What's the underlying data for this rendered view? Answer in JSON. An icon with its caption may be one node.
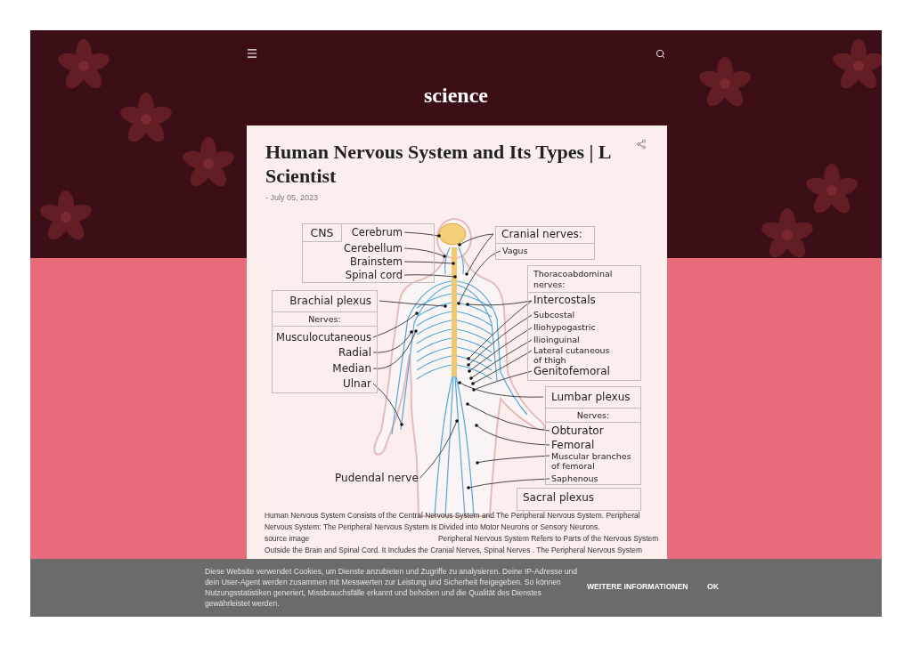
{
  "diagram": {
    "title": "Human Nervous System and Its Types | L Scientist",
    "nodes": [
      {
        "text": [
          "CNS"
        ]
      },
      {
        "text": [
          "Cerebrum"
        ],
        "in": 0
      },
      {
        "text": [
          "Cerebellum"
        ],
        "in": 0
      },
      {
        "text": [
          "Brainstem"
        ],
        "in": 0
      },
      {
        "text": [
          "Spinal cord"
        ],
        "in": 0
      },
      {
        "text": [
          "Brachial plexus",
          "Nerves:"
        ]
      },
      {
        "text": [
          "Musculocutaneous"
        ],
        "in": 5
      },
      {
        "text": [
          "Radial"
        ],
        "in": 5
      },
      {
        "text": [
          "Median"
        ],
        "in": 5
      },
      {
        "text": [
          "Ulnar"
        ],
        "in": 5
      },
      {
        "text": [
          "Cranial nerves:"
        ]
      },
      {
        "text": [
          "Vagus"
        ],
        "in": 10
      },
      {
        "text": [
          "Thoracoabdominal nerves:"
        ]
      },
      {
        "text": [
          "Intercostals"
        ],
        "in": 12
      },
      {
        "text": [
          "Subcostal"
        ],
        "in": 12
      },
      {
        "text": [
          "Iliohypogastric"
        ],
        "in": 12
      },
      {
        "text": [
          "Ilioinguinal"
        ],
        "in": 12
      },
      {
        "text": [
          "Lateral cutaneous of thigh"
        ],
        "in": 12
      },
      {
        "text": [
          "Genitofemoral"
        ],
        "in": 12
      },
      {
        "text": [
          "Lumbar plexus",
          "Nerves:"
        ]
      },
      {
        "text": [
          "Obturator"
        ],
        "in": 19
      },
      {
        "text": [
          "Femoral"
        ],
        "in": 19
      },
      {
        "text": [
          "Muscular branches of femoral"
        ],
        "in": 19
      },
      {
        "text": [
          "Saphenous"
        ],
        "in": 19
      },
      {
        "text": [
          "Pudendal nerve"
        ]
      },
      {
        "text": [
          "Sacral plexus"
        ]
      }
    ],
    "edges": [
      {
        "from": 1,
        "to": null,
        "arrow": "other"
      },
      {
        "from": 2,
        "to": null,
        "arrow": "other"
      },
      {
        "from": 3,
        "to": null,
        "arrow": "other"
      },
      {
        "from": 4,
        "to": null,
        "arrow": "other"
      },
      {
        "from": 5,
        "to": null,
        "arrow": "other"
      },
      {
        "from": 6,
        "to": null,
        "arrow": "other"
      },
      {
        "from": 7,
        "to": null,
        "arrow": "other"
      },
      {
        "from": 8,
        "to": null,
        "arrow": "other"
      },
      {
        "from": 9,
        "to": null,
        "arrow": "other"
      },
      {
        "from": 10,
        "to": null,
        "arrow": "other"
      },
      {
        "from": 10,
        "to": null,
        "arrow": "other"
      },
      {
        "from": 11,
        "to": null,
        "arrow": "other"
      },
      {
        "from": 13,
        "to": null,
        "arrow": "other"
      },
      {
        "from": 13,
        "to": null,
        "arrow": "other"
      },
      {
        "from": 14,
        "to": null,
        "arrow": "other"
      },
      {
        "from": 15,
        "to": null,
        "arrow": "other"
      },
      {
        "from": 16,
        "to": null,
        "arrow": "other"
      },
      {
        "from": 17,
        "to": null,
        "arrow": "other"
      },
      {
        "from": 18,
        "to": null,
        "arrow": "other"
      },
      {
        "from": 19,
        "to": null,
        "arrow": "other"
      },
      {
        "from": 20,
        "to": null,
        "arrow": "other"
      },
      {
        "from": 21,
        "to": null,
        "arrow": "other"
      },
      {
        "from": 22,
        "to": null,
        "arrow": "other"
      },
      {
        "from": 23,
        "to": null,
        "arrow": "other"
      },
      {
        "from": 24,
        "to": null,
        "arrow": "other"
      }
    ],
    "labels": [
      "science",
      "- July 05, 2023",
      "Human Nervous System Consists of the Central Nervous System and The Peripheral Nervous System. Peripheral Nervous System: The Peripheral Nervous System Is Divided into Motor Neurons or Sensory Neurons.",
      "source image",
      "Peripheral Nervous System Refers to Parts of the Nervous System Outside the Brain and Spinal Cord. It Includes the Cranial Nerves, Spinal Nerves . The Peripheral Nervous System",
      "Diese Website verwendet Cookies, um Dienste anzubieten und Zugriffe zu analysieren. Deine IP-Adresse und dein User-Agent werden zusammen mit Messwerten zur Leistung und Sicherheit freigegeben. So können Nutzungsstatistiken generiert, Missbrauchsfälle erkannt und behoben und die Qualität des Dienstes gewährleistet werden.",
      "WEITERE INFORMATIONEN",
      "OK"
    ]
  }
}
